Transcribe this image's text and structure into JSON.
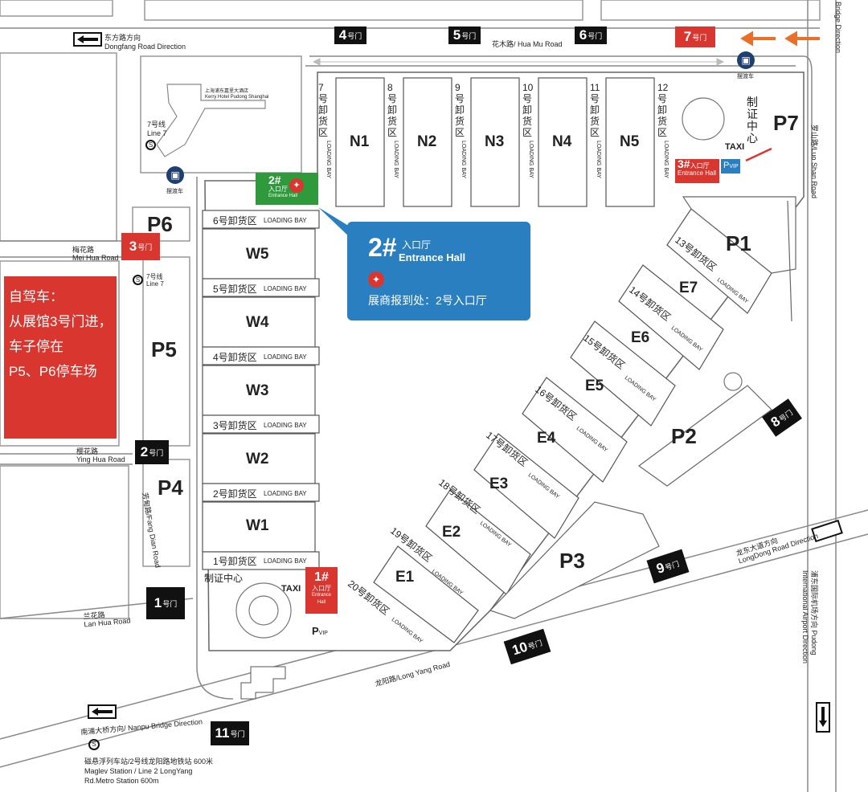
{
  "roads": {
    "dongfang": "东方路方向",
    "dongfang_en": "Dongfang Road Direction",
    "huamu": "花木路/ Hua Mu Road",
    "luoshan": "罗山路/Luo Shan Road",
    "meihua": "梅花路",
    "meihua_en": "Mei Hua Road",
    "yinghua": "樱花路",
    "yinghua_en": "Ying Hua Road",
    "fangdian": "芳甸路/Fang Dian Road",
    "lanhua": "兰花路",
    "lanhua_en": "Lan Hua Road",
    "longyang": "龙阳路/Long Yang Road",
    "nanpu": "南浦大桥方向/ Nanpu Bridge Direction",
    "longdong": "龙东大道方向",
    "longdong_en": "LongDong Road Direction",
    "airport": "浦东国际机场方向 Pudong International Airport Direction",
    "bridge": "Bridge Direction"
  },
  "gates": [
    {
      "num": "1",
      "label": "号门"
    },
    {
      "num": "2",
      "label": "号门"
    },
    {
      "num": "3",
      "label": "号门"
    },
    {
      "num": "4",
      "label": "号门"
    },
    {
      "num": "5",
      "label": "号门"
    },
    {
      "num": "6",
      "label": "号门"
    },
    {
      "num": "7",
      "label": "号门"
    },
    {
      "num": "8",
      "label": "号门"
    },
    {
      "num": "9",
      "label": "号门"
    },
    {
      "num": "10",
      "label": "号门"
    },
    {
      "num": "11",
      "label": "号门"
    }
  ],
  "halls": {
    "north": [
      "N1",
      "N2",
      "N3",
      "N4",
      "N5"
    ],
    "west": [
      "W5",
      "W4",
      "W3",
      "W2",
      "W1"
    ],
    "east": [
      "E7",
      "E6",
      "E5",
      "E4",
      "E3",
      "E2",
      "E1"
    ]
  },
  "loading_bays": {
    "north_zh": [
      "7号卸货区",
      "8号卸货区",
      "9号卸货区",
      "10号卸货区",
      "11号卸货区",
      "12号卸货区"
    ],
    "west_zh": [
      "6号卸货区",
      "5号卸货区",
      "4号卸货区",
      "3号卸货区",
      "2号卸货区",
      "1号卸货区"
    ],
    "east_zh": [
      "13号卸货区",
      "14号卸货区",
      "15号卸货区",
      "16号卸货区",
      "17号卸货区",
      "18号卸货区",
      "19号卸货区",
      "20号卸货区"
    ],
    "en": "LOADING BAY"
  },
  "parking": [
    "P1",
    "P2",
    "P3",
    "P4",
    "P5",
    "P6",
    "P7"
  ],
  "entrances": {
    "e1_num": "1#",
    "e2_num": "2#",
    "e3_num": "3#",
    "zh": "入口厅",
    "en": "Entrance Hall"
  },
  "cert_center": "制证中心",
  "taxi": "TAXI",
  "pvip": "VIP",
  "p_letter": "P",
  "shuttle": "摆渡车",
  "metro7": "7号线",
  "metro7_en": "Line 7",
  "hotel": "上海浦东嘉里大酒店",
  "hotel_en": "Kerry Hotel Pudong Shanghai",
  "info_box": {
    "num": "2#",
    "zh": "入口厅",
    "en": "Entrance Hall",
    "reg": "展商报到处：2号入口厅"
  },
  "drive_note": [
    "自驾车：",
    "从展馆3号门进，",
    "车子停在",
    "P5、P6停车场"
  ],
  "metro_station": [
    "磁悬浮列车站/2号线龙阳路地铁站  600米",
    "Maglev Station / Line 2 LongYang",
    "Rd.Metro Station 600m"
  ],
  "colors": {
    "red": "#d9362f",
    "green": "#2e9a3c",
    "blue": "#2a7fc0",
    "orange": "#e8702a",
    "navy": "#1f3f6e"
  }
}
